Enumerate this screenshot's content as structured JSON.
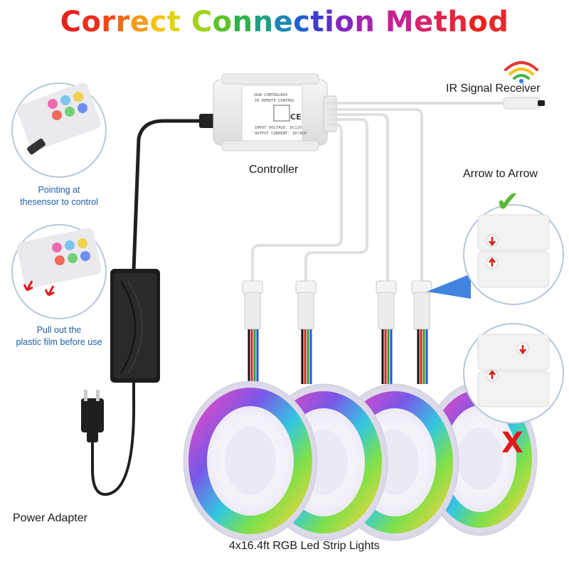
{
  "title": {
    "text": "Correct Connection Method",
    "letter_colors": [
      "#e8231e",
      "#ea2f1b",
      "#ee4a1a",
      "#f26b17",
      "#f69a14",
      "#f7c112",
      "#e0d514",
      "#9fd21b",
      "#5dc329",
      "#2fb24b",
      "#1f9f82",
      "#1c87b7",
      "#2260d0",
      "#3d3fcf",
      "#5f2fc9",
      "#8428c0",
      "#a723b2",
      "#c8228f",
      "#d7236e",
      "#e0244d",
      "#e52636",
      "#e8231e",
      "#e52a2a",
      "#dd2344",
      "#c82a6b"
    ]
  },
  "labels": {
    "ir_receiver": "IR Signal Receiver",
    "controller": "Controller",
    "arrow_to_arrow": "Arrow to Arrow",
    "pointing_line1": "Pointing at",
    "pointing_line2": "thesensor to control",
    "pull_line1": "Pull out the",
    "pull_line2": "plastic film before use",
    "power_adapter": "Power Adapter",
    "strip_lights": "4x16.4ft RGB Led Strip Lights"
  },
  "controller_box": {
    "text_lines": [
      "RGB CONTROLBOX",
      "IR REMOTE CONTROL",
      "INPUT VOLTAGE: DC12V",
      "OUTPUT CURRENT: 3A*4CH"
    ],
    "marks": [
      "CE"
    ]
  },
  "marks": {
    "check": "✔",
    "cross": "X"
  },
  "colors": {
    "check_green": "#5bb832",
    "cross_red": "#e0191b",
    "callout_blue": "#1e6fd9",
    "wire_gray": "#d9d9d9",
    "adapter_black": "#1c1c1c"
  }
}
